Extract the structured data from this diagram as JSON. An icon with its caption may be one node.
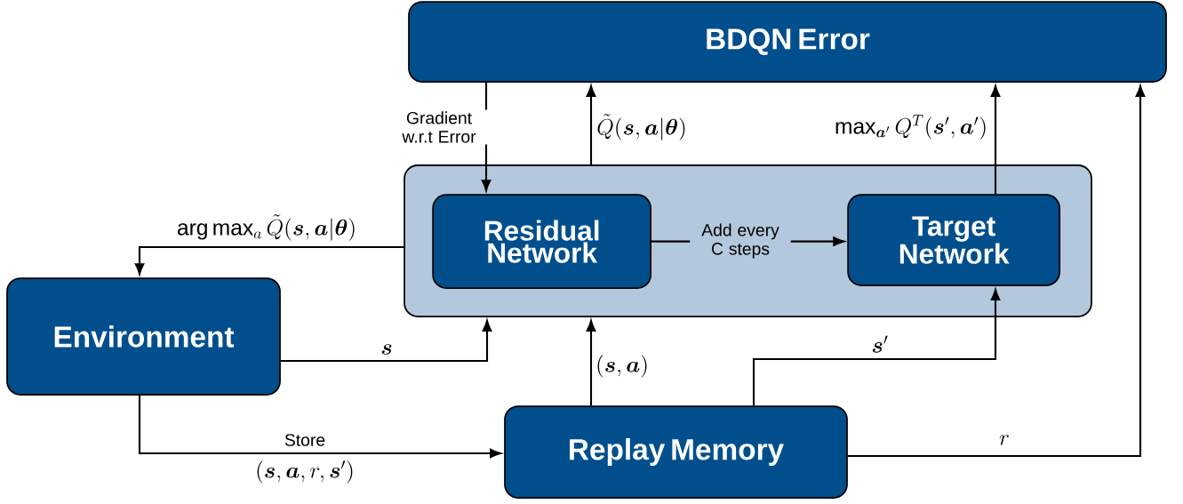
{
  "diagram": {
    "nodes": [
      {
        "text": [
          "BDQN Error"
        ]
      },
      {
        "text": [],
        "shape": "box"
      },
      {
        "text": [
          "Residual Network"
        ],
        "in": 1
      },
      {
        "text": [
          "Target Network"
        ],
        "in": 1
      },
      {
        "text": [
          "Environment"
        ]
      },
      {
        "text": [
          "Replay Memory"
        ]
      }
    ],
    "edges": [
      {
        "from": 0,
        "to": 2,
        "arrow": "to",
        "label": "Gradient w.r.t Error"
      },
      {
        "from": 1,
        "to": 0,
        "arrow": "to",
        "label": "\\tilde{Q}(\\boldsymbol{s},\\boldsymbol{a}|\\boldsymbol{\\theta})"
      },
      {
        "from": 3,
        "to": 0,
        "arrow": "to",
        "label": "\\max_{\\boldsymbol{a}'} Q^{T}(\\boldsymbol{s}',\\boldsymbol{a}')"
      },
      {
        "from": 1,
        "to": 4,
        "arrow": "to",
        "label": "\\arg\\max_{a}\\tilde{Q}(\\boldsymbol{s},\\boldsymbol{a}|\\boldsymbol{\\theta})"
      },
      {
        "from": 4,
        "to": 1,
        "arrow": "to",
        "label": "\\boldsymbol{s}"
      },
      {
        "from": 5,
        "to": 1,
        "arrow": "to",
        "label": "(\\boldsymbol{s},\\boldsymbol{a})"
      },
      {
        "from": 5,
        "to": 3,
        "arrow": "to",
        "label": "\\boldsymbol{s}'"
      },
      {
        "from": 5,
        "to": 0,
        "arrow": "to",
        "label": "r"
      },
      {
        "from": 4,
        "to": 5,
        "arrow": "to",
        "label": "Store"
      },
      {
        "from": 2,
        "to": 3,
        "arrow": "to",
        "label": "Add every C steps"
      }
    ],
    "labels": [
      "(\\boldsymbol{s},\\boldsymbol{a},r,\\boldsymbol{s}')"
    ]
  }
}
